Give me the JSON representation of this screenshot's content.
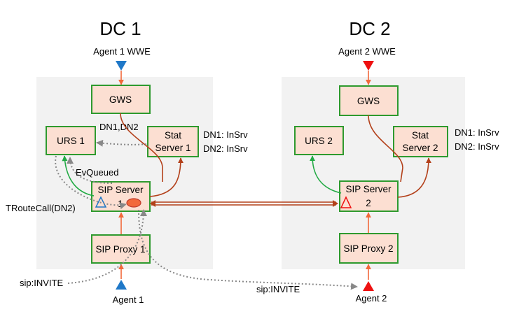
{
  "dc1": {
    "title": "DC 1",
    "agent_wwe": "Agent 1 WWE",
    "gws": "GWS",
    "urs": "URS 1",
    "stat_server": [
      "Stat",
      "Server 1"
    ],
    "sip_server": [
      "SIP Server",
      "1"
    ],
    "sip_proxy": "SIP Proxy 1",
    "agent": "Agent 1",
    "stat_dn_label": "DN1,DN2",
    "dn_status": [
      "DN1: InSrv",
      "DN2: InSrv"
    ],
    "ev_queued": "EvQueued",
    "troute": "TRouteCall(DN2)",
    "sip_invite": "sip:INVITE"
  },
  "dc2": {
    "title": "DC 2",
    "agent_wwe": "Agent 2 WWE",
    "gws": "GWS",
    "urs": "URS 2",
    "stat_server": [
      "Stat",
      "Server 2"
    ],
    "sip_server": [
      "SIP Server",
      "2"
    ],
    "sip_proxy": "SIP Proxy 2",
    "agent": "Agent 2",
    "dn_status": [
      "DN1: InSrv",
      "DN2: InSrv"
    ],
    "sip_invite": "sip:INVITE"
  },
  "colors": {
    "panel": "#f2f2f2",
    "box_fill": "#fcdfd2",
    "box_border": "#2e9a2e",
    "agent1_blue": "#1f78c8",
    "agent2_red": "#ee1111",
    "arrow_orange": "#f2683a",
    "flow_brown": "#b3401a",
    "flow_green": "#22aa44",
    "dotted_gray": "#888888"
  }
}
